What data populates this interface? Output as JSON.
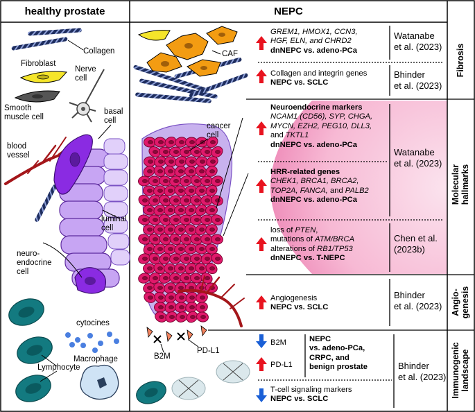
{
  "headers": {
    "left": "healthy prostate",
    "middle": "NEPC"
  },
  "side_labels": {
    "fibrosis": "Fibrosis",
    "molecular": [
      "Molecular",
      "hallmarks"
    ],
    "angiogenesis": [
      "Angio-",
      "genesis"
    ],
    "immunogenic": [
      "Immunogenic",
      "landscape"
    ]
  },
  "healthy_labels": {
    "collagen": "Collagen",
    "fibroblast": "Fibroblast",
    "nerve_cell": [
      "Nerve",
      "cell"
    ],
    "smooth_muscle": [
      "Smooth",
      "muscle cell"
    ],
    "basal_cell": [
      "basal",
      "cell"
    ],
    "blood_vessel": [
      "blood",
      "vessel"
    ],
    "luminal_cell": [
      "luminal",
      "cell"
    ],
    "neuroendocrine_cell": [
      "neuro-",
      "endocrine",
      "cell"
    ],
    "cytocines": "cytocines",
    "macrophage": "Macrophage",
    "lymphocyte": "Lymphocyte"
  },
  "nepc_labels": {
    "caf": "CAF",
    "cancer_cell": [
      "cancer",
      "cell"
    ],
    "b2m": "B2M",
    "pdl1": "PD-L1"
  },
  "fibrosis": {
    "genes_line1": "GREM1, HMOX1, CCN3,",
    "genes_line2": "HGF, ELN, and CHRD2",
    "comparison1": "dnNEPC vs. adeno-PCa",
    "ref1": [
      "Watanabe",
      "et al. (2023)"
    ],
    "text2": "Collagen and integrin genes",
    "comparison2": "NEPC vs. SCLC",
    "ref2": [
      "Bhinder",
      "et al. (2023)"
    ]
  },
  "molecular": {
    "ne_title": "Neuroendocrine markers",
    "ne_genes": [
      "NCAM1 (CD56), SYP, CHGA,",
      "MYCN, EZH2, PEG10, DLL3,"
    ],
    "ne_and": "and ",
    "ne_last": "TKTL1",
    "ne_comparison": "dnNEPC vs. adeno-PCa",
    "hrr_title": "HRR-related genes",
    "hrr_genes1": "CHEK1, BRCA1, BRCA2,",
    "hrr_genes2a": "TOP2A, FANCA,",
    "hrr_and": " and ",
    "hrr_genes2b": "PALB2",
    "hrr_comparison": "dnNEPC vs. adeno-PCa",
    "ref_watanabe": [
      "Watanabe",
      "et al. (2023)"
    ],
    "loss_prefix": "loss of ",
    "loss_gene": "PTEN",
    "loss_suffix": ",",
    "mut_prefix": "mutations of ",
    "mut_gene": "ATM/BRCA",
    "alt_prefix": "alterations of ",
    "alt_gene": "RB1/TP53",
    "tnepc_comparison": "dnNEPC vs. T-NEPC",
    "ref_chen": [
      "Chen et al.",
      "(2023b)"
    ]
  },
  "angiogenesis": {
    "text": "Angiogenesis",
    "comparison": "NEPC vs. SCLC",
    "ref": [
      "Bhinder",
      "et al. (2023)"
    ]
  },
  "immunogenic": {
    "b2m": "B2M",
    "pdl1": "PD-L1",
    "bracket": [
      "NEPC",
      "vs. adeno-PCa,",
      "CRPC, and",
      "benign prostate"
    ],
    "tcell": "T-cell signaling markers",
    "comparison": "NEPC vs. SCLC",
    "ref": [
      "Bhinder",
      "et al. (2023)"
    ]
  },
  "colors": {
    "up_arrow": "#e8131f",
    "down_arrow": "#1a5fd6",
    "collagen": "#1e2d5e",
    "caf": "#f39c12",
    "cancer": "#e0196b",
    "basal": "#8a2be2",
    "luminal": "#b88ef0",
    "vessel": "#a4161a",
    "lymphocyte": "#137a80",
    "pink_band": "#f6a5c8"
  }
}
